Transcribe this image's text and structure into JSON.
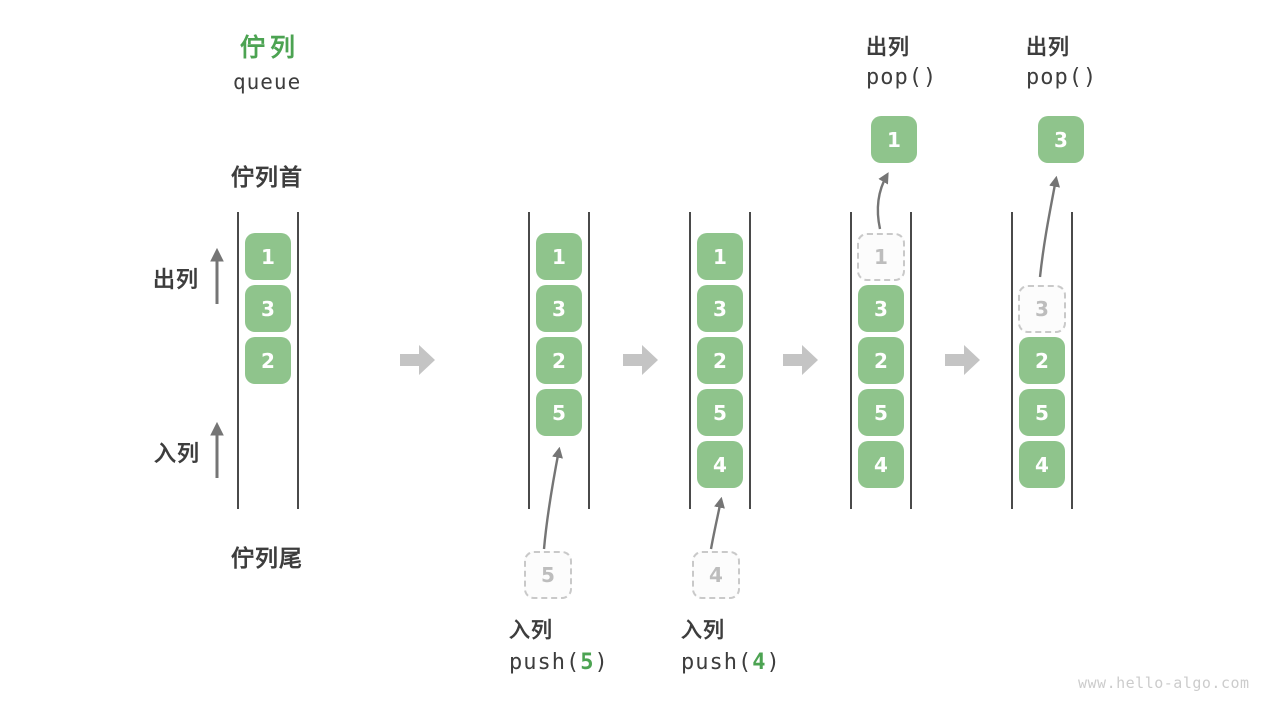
{
  "title": {
    "zh": "佇列",
    "en": "queue"
  },
  "side_labels": {
    "front": "佇列首",
    "rear": "佇列尾",
    "dequeue": "出列",
    "enqueue": "入列"
  },
  "states": [
    {
      "boxes": [
        "1",
        "3",
        "2"
      ]
    },
    {
      "boxes": [
        "1",
        "3",
        "2",
        "5"
      ],
      "action": {
        "type": "push",
        "zh": "入列",
        "fn": "push",
        "arg": "5",
        "ghost": "5"
      }
    },
    {
      "boxes": [
        "1",
        "3",
        "2",
        "5",
        "4"
      ],
      "action": {
        "type": "push",
        "zh": "入列",
        "fn": "push",
        "arg": "4",
        "ghost": "4"
      }
    },
    {
      "boxes": [
        "3",
        "2",
        "5",
        "4"
      ],
      "ghost_in_column": "1",
      "ghost_slot": 0,
      "action": {
        "type": "pop",
        "zh": "出列",
        "fn": "pop()",
        "popped": "1"
      }
    },
    {
      "boxes": [
        "2",
        "5",
        "4"
      ],
      "ghost_in_column": "3",
      "ghost_slot": 1,
      "action": {
        "type": "pop",
        "zh": "出列",
        "fn": "pop()",
        "popped": "3"
      }
    }
  ],
  "watermark": "www.hello-algo.com",
  "colors": {
    "box_green": "#8FC48C",
    "accent_green": "#4CA352",
    "text_dark": "#3D3D3D",
    "wall_gray": "#4A4A4A",
    "arrow_gray": "#757575",
    "block_arrow_gray": "#C4C4C4",
    "dashed_border": "#C9C9C9",
    "ghost_text": "#BDBDBD",
    "ghost_bg": "#FCFCFC",
    "watermark_gray": "#CCCCCC"
  }
}
